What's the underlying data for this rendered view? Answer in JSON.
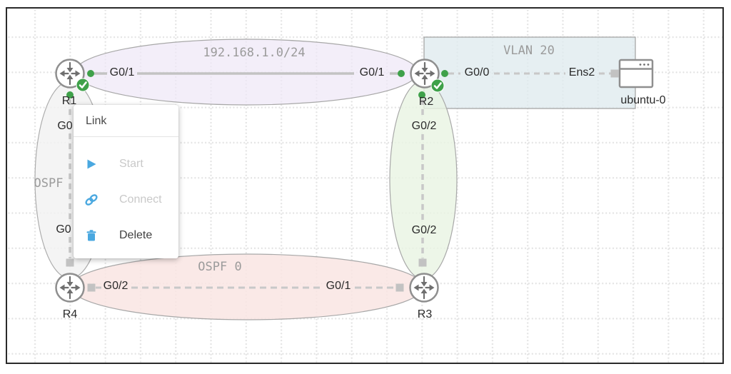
{
  "topology": {
    "areas": {
      "subnet_1": {
        "label": "192.168.1.0/24"
      },
      "vlan_20": {
        "label": "VLAN 20"
      },
      "ospf_left": {
        "label": "OSPF"
      },
      "ospf_0": {
        "label": "OSPF 0"
      }
    },
    "nodes": {
      "r1": {
        "label": "R1",
        "status": "started"
      },
      "r2": {
        "label": "R2",
        "status": "started"
      },
      "r3": {
        "label": "R3",
        "status": "stopped"
      },
      "r4": {
        "label": "R4",
        "status": "stopped"
      },
      "ubuntu0": {
        "label": "ubuntu-0",
        "status": "stopped"
      }
    },
    "interface_labels": {
      "r1_to_r2": "G0/1",
      "r2_to_r1": "G0/1",
      "r2_to_ubuntu": "G0/0",
      "ubuntu_to_r2": "Ens2",
      "r2_to_r3": "G0/2",
      "r3_to_r2": "G0/2",
      "r4_to_r3": "G0/2",
      "r3_to_r4": "G0/1",
      "r1_to_r4_partial": "G0",
      "r4_to_r1_partial": "G0"
    }
  },
  "context_menu": {
    "title": "Link",
    "items": [
      {
        "label": "Start",
        "icon": "play-icon",
        "enabled": false
      },
      {
        "label": "Connect",
        "icon": "connect-icon",
        "enabled": false
      },
      {
        "label": "Delete",
        "icon": "trash-icon",
        "enabled": true
      }
    ]
  },
  "colors": {
    "status_green": "#3fa14a",
    "accent_blue": "#4aa8e0",
    "area_purple": "#efe7f7",
    "area_blue": "#dfeaee",
    "area_green": "#e9f4e2",
    "area_pink": "#f9e5e3",
    "area_grey": "#f1f1f1"
  }
}
